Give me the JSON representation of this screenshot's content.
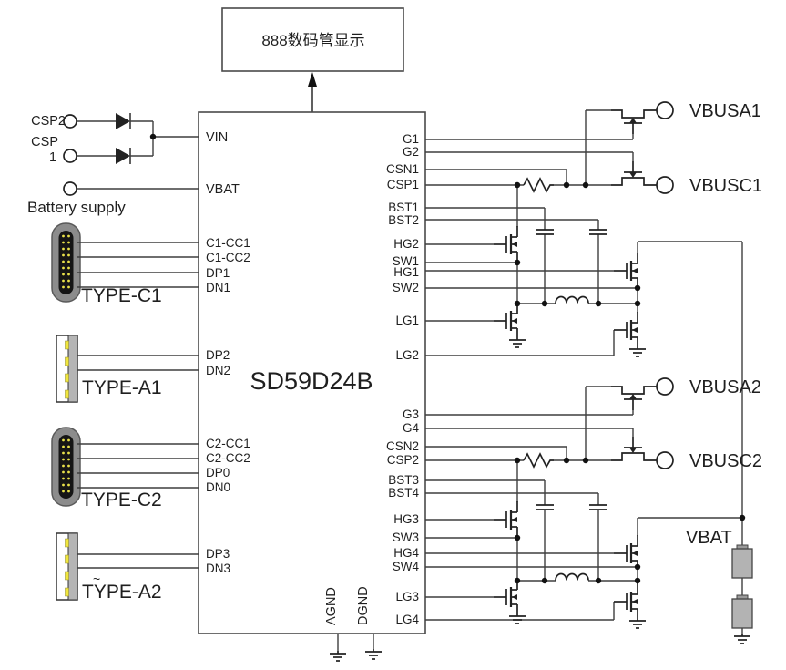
{
  "display_box": {
    "label": "888数码管显示"
  },
  "ic": {
    "name": "SD59D24B",
    "left_pins": [
      "VIN",
      "VBAT",
      "C1-CC1",
      "C1-CC2",
      "DP1",
      "DN1",
      "DP2",
      "DN2",
      "C2-CC1",
      "C2-CC2",
      "DP0",
      "DN0",
      "DP3",
      "DN3"
    ],
    "right_pins": [
      "G1",
      "G2",
      "CSN1",
      "CSP1",
      "BST1",
      "BST2",
      "HG2",
      "SW1",
      "HG1",
      "SW2",
      "LG1",
      "LG2",
      "G3",
      "G4",
      "CSN2",
      "CSP2",
      "BST3",
      "BST4",
      "HG3",
      "SW3",
      "HG4",
      "SW4",
      "LG3",
      "LG4"
    ],
    "bottom_pins": [
      "AGND",
      "DGND"
    ]
  },
  "left_labels": {
    "csp2": "CSP2",
    "csp_line1": "CSP",
    "csp_line2": "1",
    "battery_supply": "Battery supply",
    "stray_mark": "~"
  },
  "connectors": {
    "type_c1": "TYPE-C1",
    "type_a1": "TYPE-A1",
    "type_c2": "TYPE-C2",
    "type_a2": "TYPE-A2"
  },
  "outputs": {
    "vbusa1": "VBUSA1",
    "vbusc1": "VBUSC1",
    "vbusa2": "VBUSA2",
    "vbusc2": "VBUSC2",
    "vbat": "VBAT"
  },
  "colors": {
    "wire": "#3f3f3f",
    "text": "#1f1f1f",
    "connector_gray": "#8c8c8c",
    "connector_inner": "#151515",
    "pin_yellow": "#e8e04a",
    "cell_gray": "#b3b3b3"
  }
}
